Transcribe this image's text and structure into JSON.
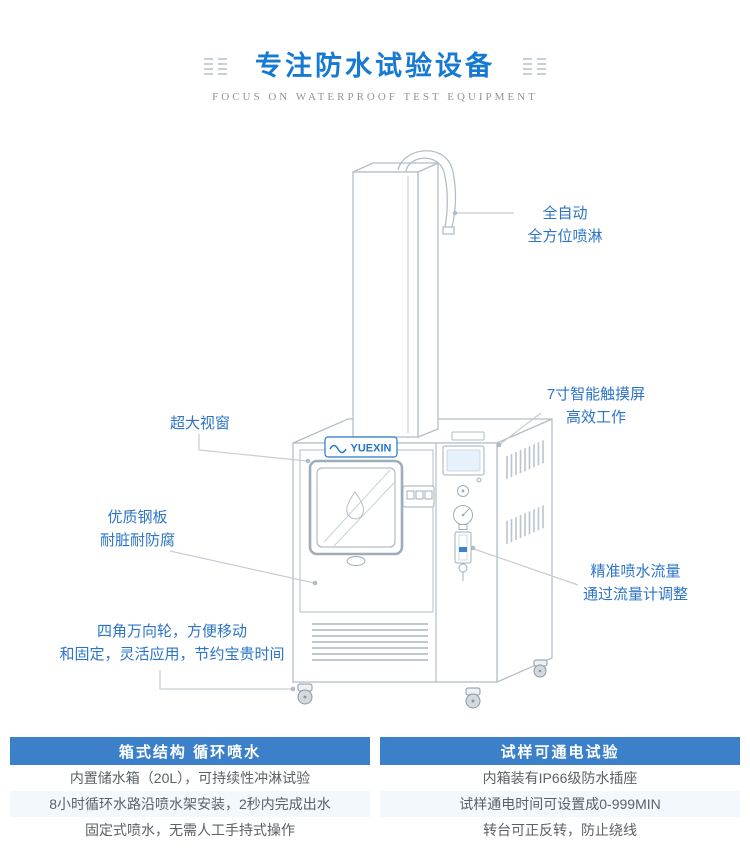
{
  "header": {
    "title": "专注防水试验设备",
    "subtitle": "FOCUS ON WATERPROOF TEST EQUIPMENT"
  },
  "machine": {
    "brand": "YUEXIN"
  },
  "callouts": {
    "auto_spray": {
      "line1": "全自动",
      "line2": "全方位喷淋"
    },
    "touchscreen": {
      "line1": "7寸智能触摸屏",
      "line2": "高效工作"
    },
    "big_window": {
      "line1": "超大视窗"
    },
    "steel_plate": {
      "line1": "优质钢板",
      "line2": "耐脏耐防腐"
    },
    "casters": {
      "line1": "四角万向轮，方便移动",
      "line2": "和固定，灵活应用，节约宝贵时间"
    },
    "flow_meter": {
      "line1": "精准喷水流量",
      "line2": "通过流量计调整"
    }
  },
  "info_panels": [
    {
      "title": "箱式结构 循环喷水",
      "rows": [
        "内置储水箱（20L），可持续性冲淋试验",
        "8小时循环水路沿喷水架安装，2秒内完成出水",
        "固定式喷水，无需人工手持式操作"
      ]
    },
    {
      "title": "试样可通电试验",
      "rows": [
        "内箱装有IP66级防水插座",
        "试样通电时间可设置成0-999MIN",
        "转台可正反转，防止绕线"
      ]
    }
  ],
  "colors": {
    "title_blue": "#1679d2",
    "callout_blue": "#2b74c8",
    "panel_header_blue": "#3c80ca",
    "brand_blue": "#2577c8",
    "line_gray": "#b3bec9"
  }
}
